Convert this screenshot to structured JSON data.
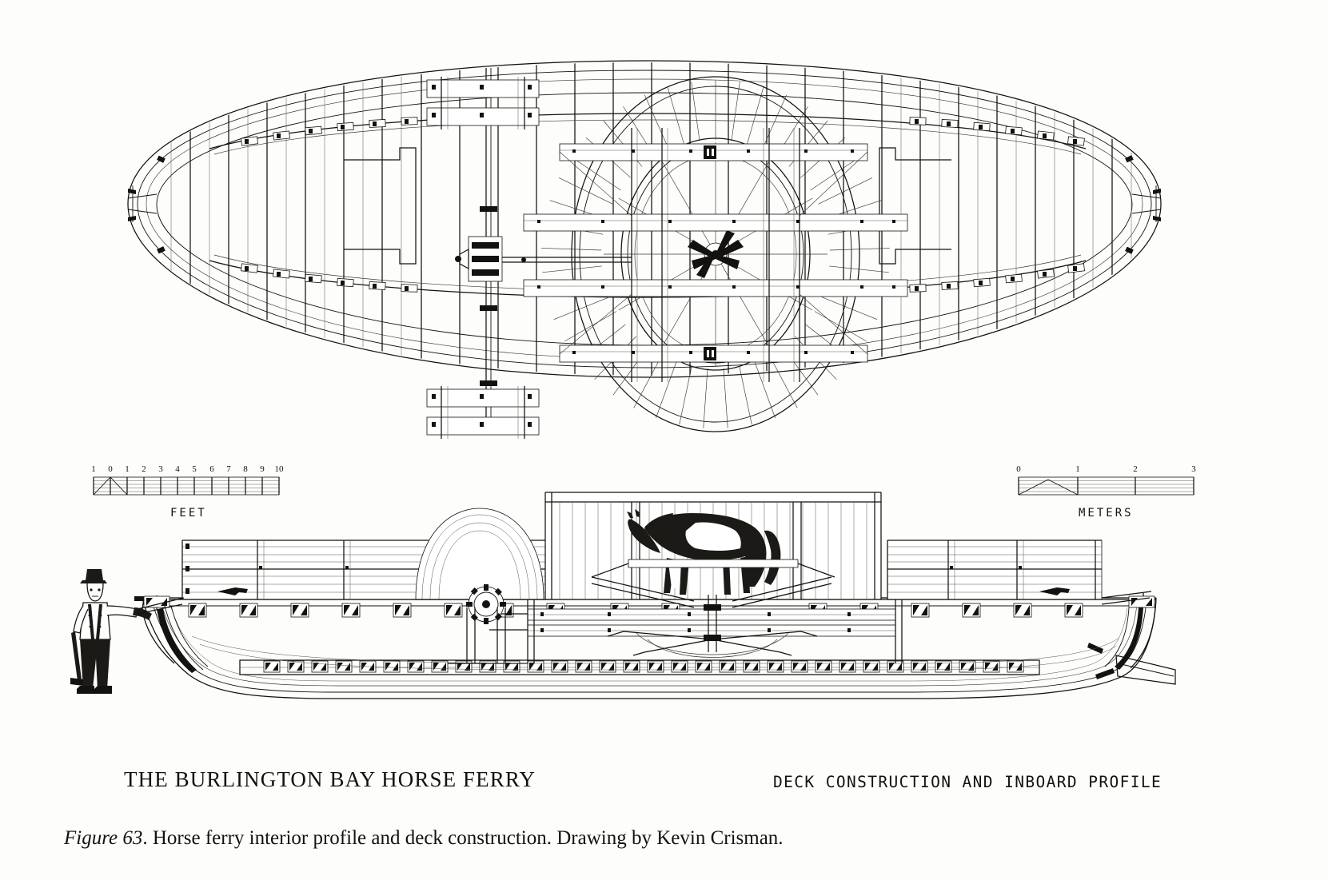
{
  "figure": {
    "main_title": "THE BURLINGTON BAY HORSE FERRY",
    "sub_title": "DECK  CONSTRUCTION  AND  INBOARD  PROFILE",
    "caption_label": "Figure 63",
    "caption_text": ". Horse ferry interior profile and deck construction. Drawing by Kevin Crisman.",
    "caption_full": "Figure 63. Horse ferry interior profile and deck construction. Drawing by Kevin Crisman."
  },
  "scales": {
    "feet": {
      "label": "FEET",
      "ticks": [
        "1",
        "0",
        "1",
        "2",
        "3",
        "4",
        "5",
        "6",
        "7",
        "8",
        "9",
        "10"
      ],
      "unit": "feet",
      "range_min": -1,
      "range_max": 10
    },
    "meters": {
      "label": "METERS",
      "ticks": [
        "0",
        "1",
        "2",
        "3"
      ],
      "unit": "meters",
      "range_min": 0,
      "range_max": 3
    }
  },
  "views": {
    "plan": {
      "name": "deck-plan-view",
      "description": "Overhead deck construction plan"
    },
    "profile": {
      "name": "inboard-profile-view",
      "description": "Inboard profile with horse treadwheel and figures"
    }
  },
  "colors": {
    "ink": "#14120f",
    "paper": "#fdfdfb",
    "light_line": "#4a4843",
    "hair_line": "#6d6a64"
  }
}
